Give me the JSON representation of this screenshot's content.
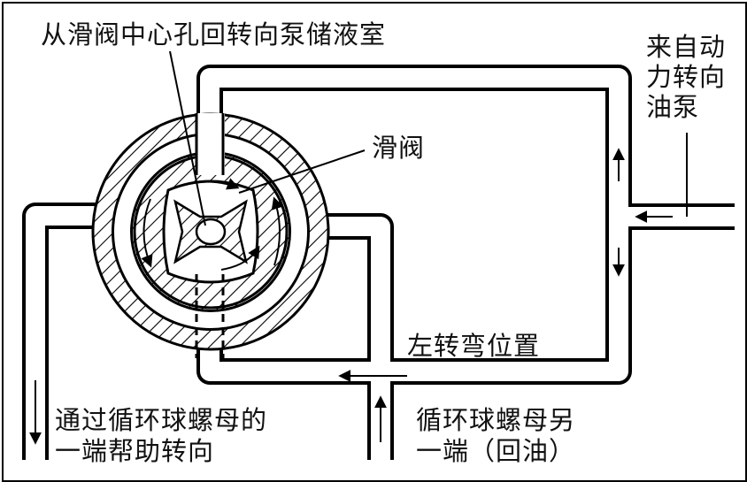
{
  "labels": {
    "top": "从滑阀中心孔回转向泵储液室",
    "valve": "滑阀",
    "pump": [
      "来自动",
      "力转向",
      "油泵"
    ],
    "left_turn": "左转弯位置",
    "bottom_left": [
      "通过循环球螺母的",
      "一端帮助转向"
    ],
    "bottom_right": [
      "循环球螺母另",
      "一端（回油）"
    ]
  },
  "colors": {
    "stroke": "#000000",
    "pipe_fill": "#ffffff",
    "housing_hatch": "#000000",
    "background": "#ffffff"
  }
}
